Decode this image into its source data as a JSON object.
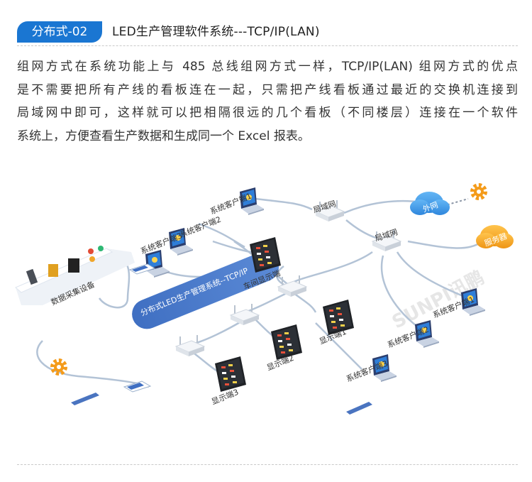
{
  "header": {
    "badge": "分布式-02",
    "title": "LED生产管理软件系统---TCP/IP(LAN)"
  },
  "description": {
    "lines": [
      "组网方式在系统功能上与 485 总线组网方式一样，TCP/IP(LAN) 组网方式的优点",
      "是不需要把所有产线的看板连在一起，只需把产线看板通过最近的交换机连接到",
      "局域网中即可，这样就可以把相隔很远的几个看板（不同楼层）连接在一个软件",
      "系统上，方便查看生产数据和生成同一个 Excel 报表。"
    ]
  },
  "diagram": {
    "lan_router_top": "局域网",
    "lan_router_right": "局域网",
    "cloud": "外网",
    "server": "服务器",
    "data_collection": "数据采集设备",
    "software_platform": "分布式LED生产管理系统--TCP/IP",
    "workshop_display": "车间显示端",
    "clients_left": [
      "系统客户端1",
      "系统客户端2",
      "系统客户端3"
    ],
    "clients_right": [
      "系统客户端1",
      "系统客户端2",
      "系统客户端3"
    ],
    "displays": [
      "显示端1",
      "显示端2",
      "显示端3"
    ],
    "watermark": "SUNPI讯鹏",
    "colors": {
      "badge": "#1a76d2",
      "platform": "#4a78c8",
      "cloud": "#3d9be9",
      "server": "#f2a31b",
      "line": "#aebfd4"
    }
  }
}
